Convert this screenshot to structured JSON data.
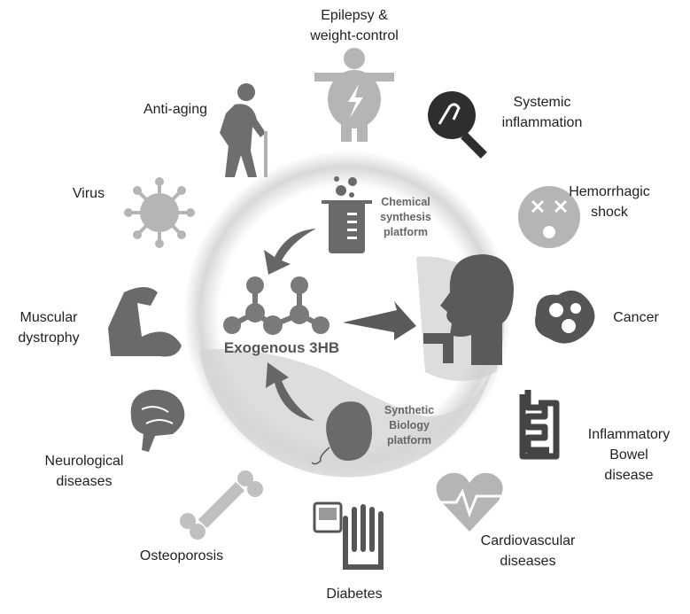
{
  "center": {
    "title": "Exogenous 3HB",
    "chemical": [
      "Chemical",
      "synthesis",
      "platform"
    ],
    "biology": [
      "Synthetic",
      "Biology",
      "platform"
    ]
  },
  "diseases": {
    "epilepsy": [
      "Epilepsy &",
      "weight-control"
    ],
    "antiaging": [
      "Anti-aging"
    ],
    "systemic": [
      "Systemic",
      "inflammation"
    ],
    "virus": [
      "Virus"
    ],
    "hemorrhagic": [
      "Hemorrhagic",
      "shock"
    ],
    "muscular": [
      "Muscular",
      "dystrophy"
    ],
    "cancer": [
      "Cancer"
    ],
    "neuro": [
      "Neurological",
      "diseases"
    ],
    "ibd": [
      "Inflammatory",
      "Bowel",
      "disease"
    ],
    "osteo": [
      "Osteoporosis"
    ],
    "cardio": [
      "Cardiovascular",
      "diseases"
    ],
    "diabetes": [
      "Diabetes"
    ]
  },
  "colors": {
    "dark": "#5f5f5f",
    "light": "#b8b8b8",
    "darker": "#2e2e2e"
  }
}
